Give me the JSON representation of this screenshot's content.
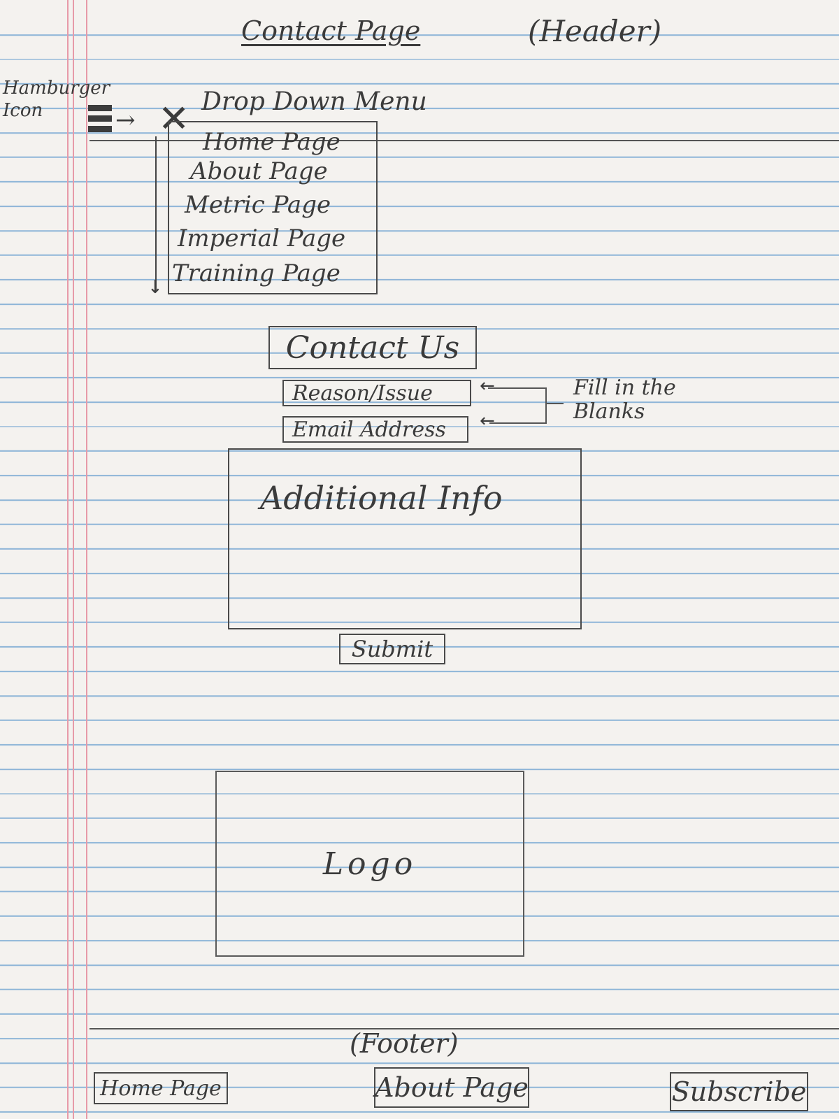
{
  "header": {
    "title": "Contact Page",
    "label": "(Header)"
  },
  "nav": {
    "hamburger_label": "Hamburger Icon",
    "dropdown_label": "Drop Down Menu",
    "close_icon": "close-icon",
    "menu_items": [
      {
        "label": "Home Page"
      },
      {
        "label": "About Page"
      },
      {
        "label": "Metric Page"
      },
      {
        "label": "Imperial Page"
      },
      {
        "label": "Training Page"
      }
    ]
  },
  "contact": {
    "heading": "Contact Us",
    "reason_placeholder": "Reason/Issue",
    "email_placeholder": "Email Address",
    "annotation": "Fill in the Blanks",
    "additional_info_placeholder": "Additional Info",
    "submit_label": "Submit"
  },
  "logo": {
    "text": "Logo"
  },
  "footer": {
    "label": "(Footer)",
    "links": [
      {
        "label": "Home Page"
      },
      {
        "label": "About Page"
      },
      {
        "label": "Subscribe"
      }
    ]
  },
  "colors": {
    "paper": "#f4f2ef",
    "rule_line": "#8fb6d8",
    "margin_line": "#e79aa8",
    "pencil": "#3b3b3b"
  }
}
